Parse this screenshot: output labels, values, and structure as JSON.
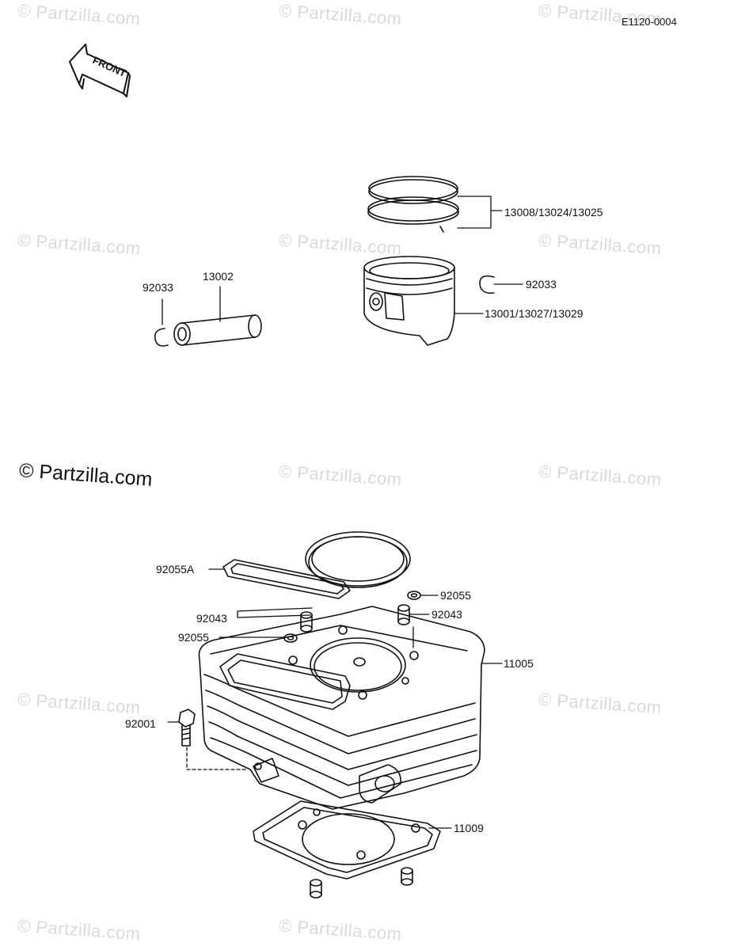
{
  "diagram_id": "E1120-0004",
  "front_label": "FRONT",
  "copyright_main": "© Partzilla.com",
  "watermarks": [
    "© Partzilla.com",
    "© Partzilla.com",
    "© Partzilla.com",
    "© Partzilla.com",
    "© Partzilla.com",
    "© Partzilla.com",
    "© Partzilla.com",
    "© Partzilla.com",
    "© Partzilla.com",
    "© Partzilla.com",
    "© Partzilla.com",
    "© Partzilla.com"
  ],
  "callouts": {
    "piston_rings": "13008/13024/13025",
    "circlip_right": "92033",
    "piston": "13001/13027/13029",
    "piston_pin": "13002",
    "circlip_left": "92033",
    "gasket_head_side": "92055A",
    "washer_right": "92055",
    "dowel_right": "92043",
    "dowel_left": "92043",
    "washer_left": "92055",
    "cylinder": "11005",
    "bolt": "92001",
    "base_gasket": "11009"
  },
  "colors": {
    "line": "#111111",
    "watermark": "#d9d9d9",
    "background": "#ffffff"
  }
}
